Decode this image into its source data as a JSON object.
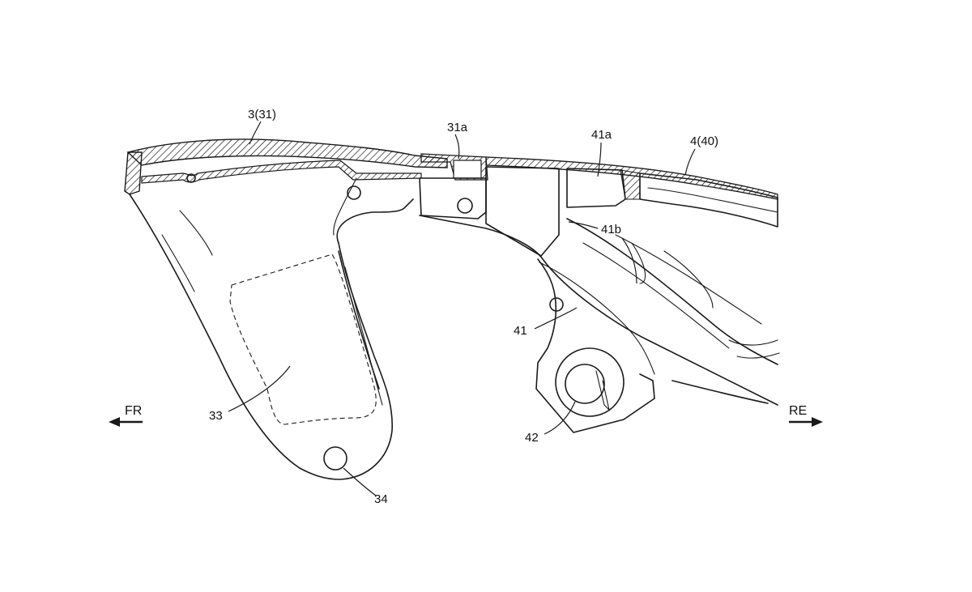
{
  "labels": {
    "frame_31": "3(31)",
    "joint_31a": "31a",
    "rib_41a": "41a",
    "frame_40": "4(40)",
    "rib_41b": "41b",
    "bracket_41": "41",
    "hole_42": "42",
    "arm_33": "33",
    "hole_34": "34"
  },
  "directions": {
    "front": "FR",
    "rear": "RE"
  },
  "colors": {
    "line": "#1a1a1a",
    "background": "#ffffff"
  }
}
